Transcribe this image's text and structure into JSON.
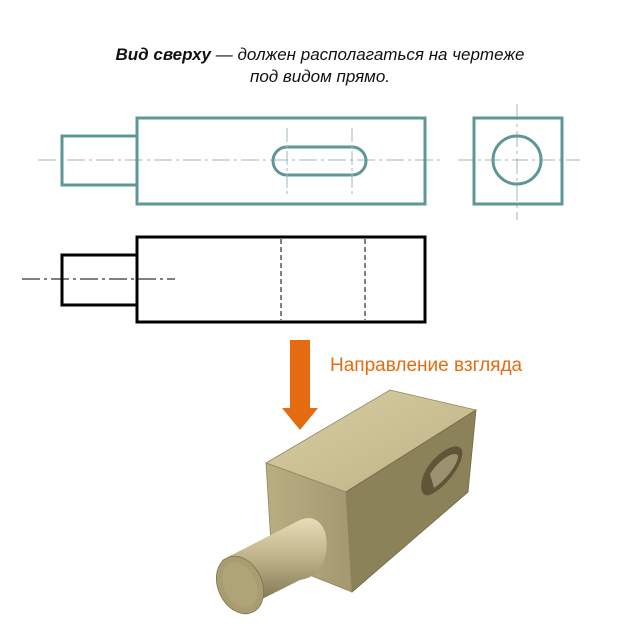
{
  "caption": {
    "bold": "Вид сверху",
    "line1_rest": " — должен располагаться на чертеже",
    "line2": "под видом прямо."
  },
  "direction_label": "Направление взгляда",
  "colors": {
    "top_view_stroke": "#5f9796",
    "front_view_stroke": "#000000",
    "arrow": "#e56b10",
    "label": "#e56b10",
    "model_face_top": "#cfc39a",
    "model_face_front": "#b3a97f",
    "model_face_side": "#8f855d",
    "axis_line": "#9db8b8"
  }
}
